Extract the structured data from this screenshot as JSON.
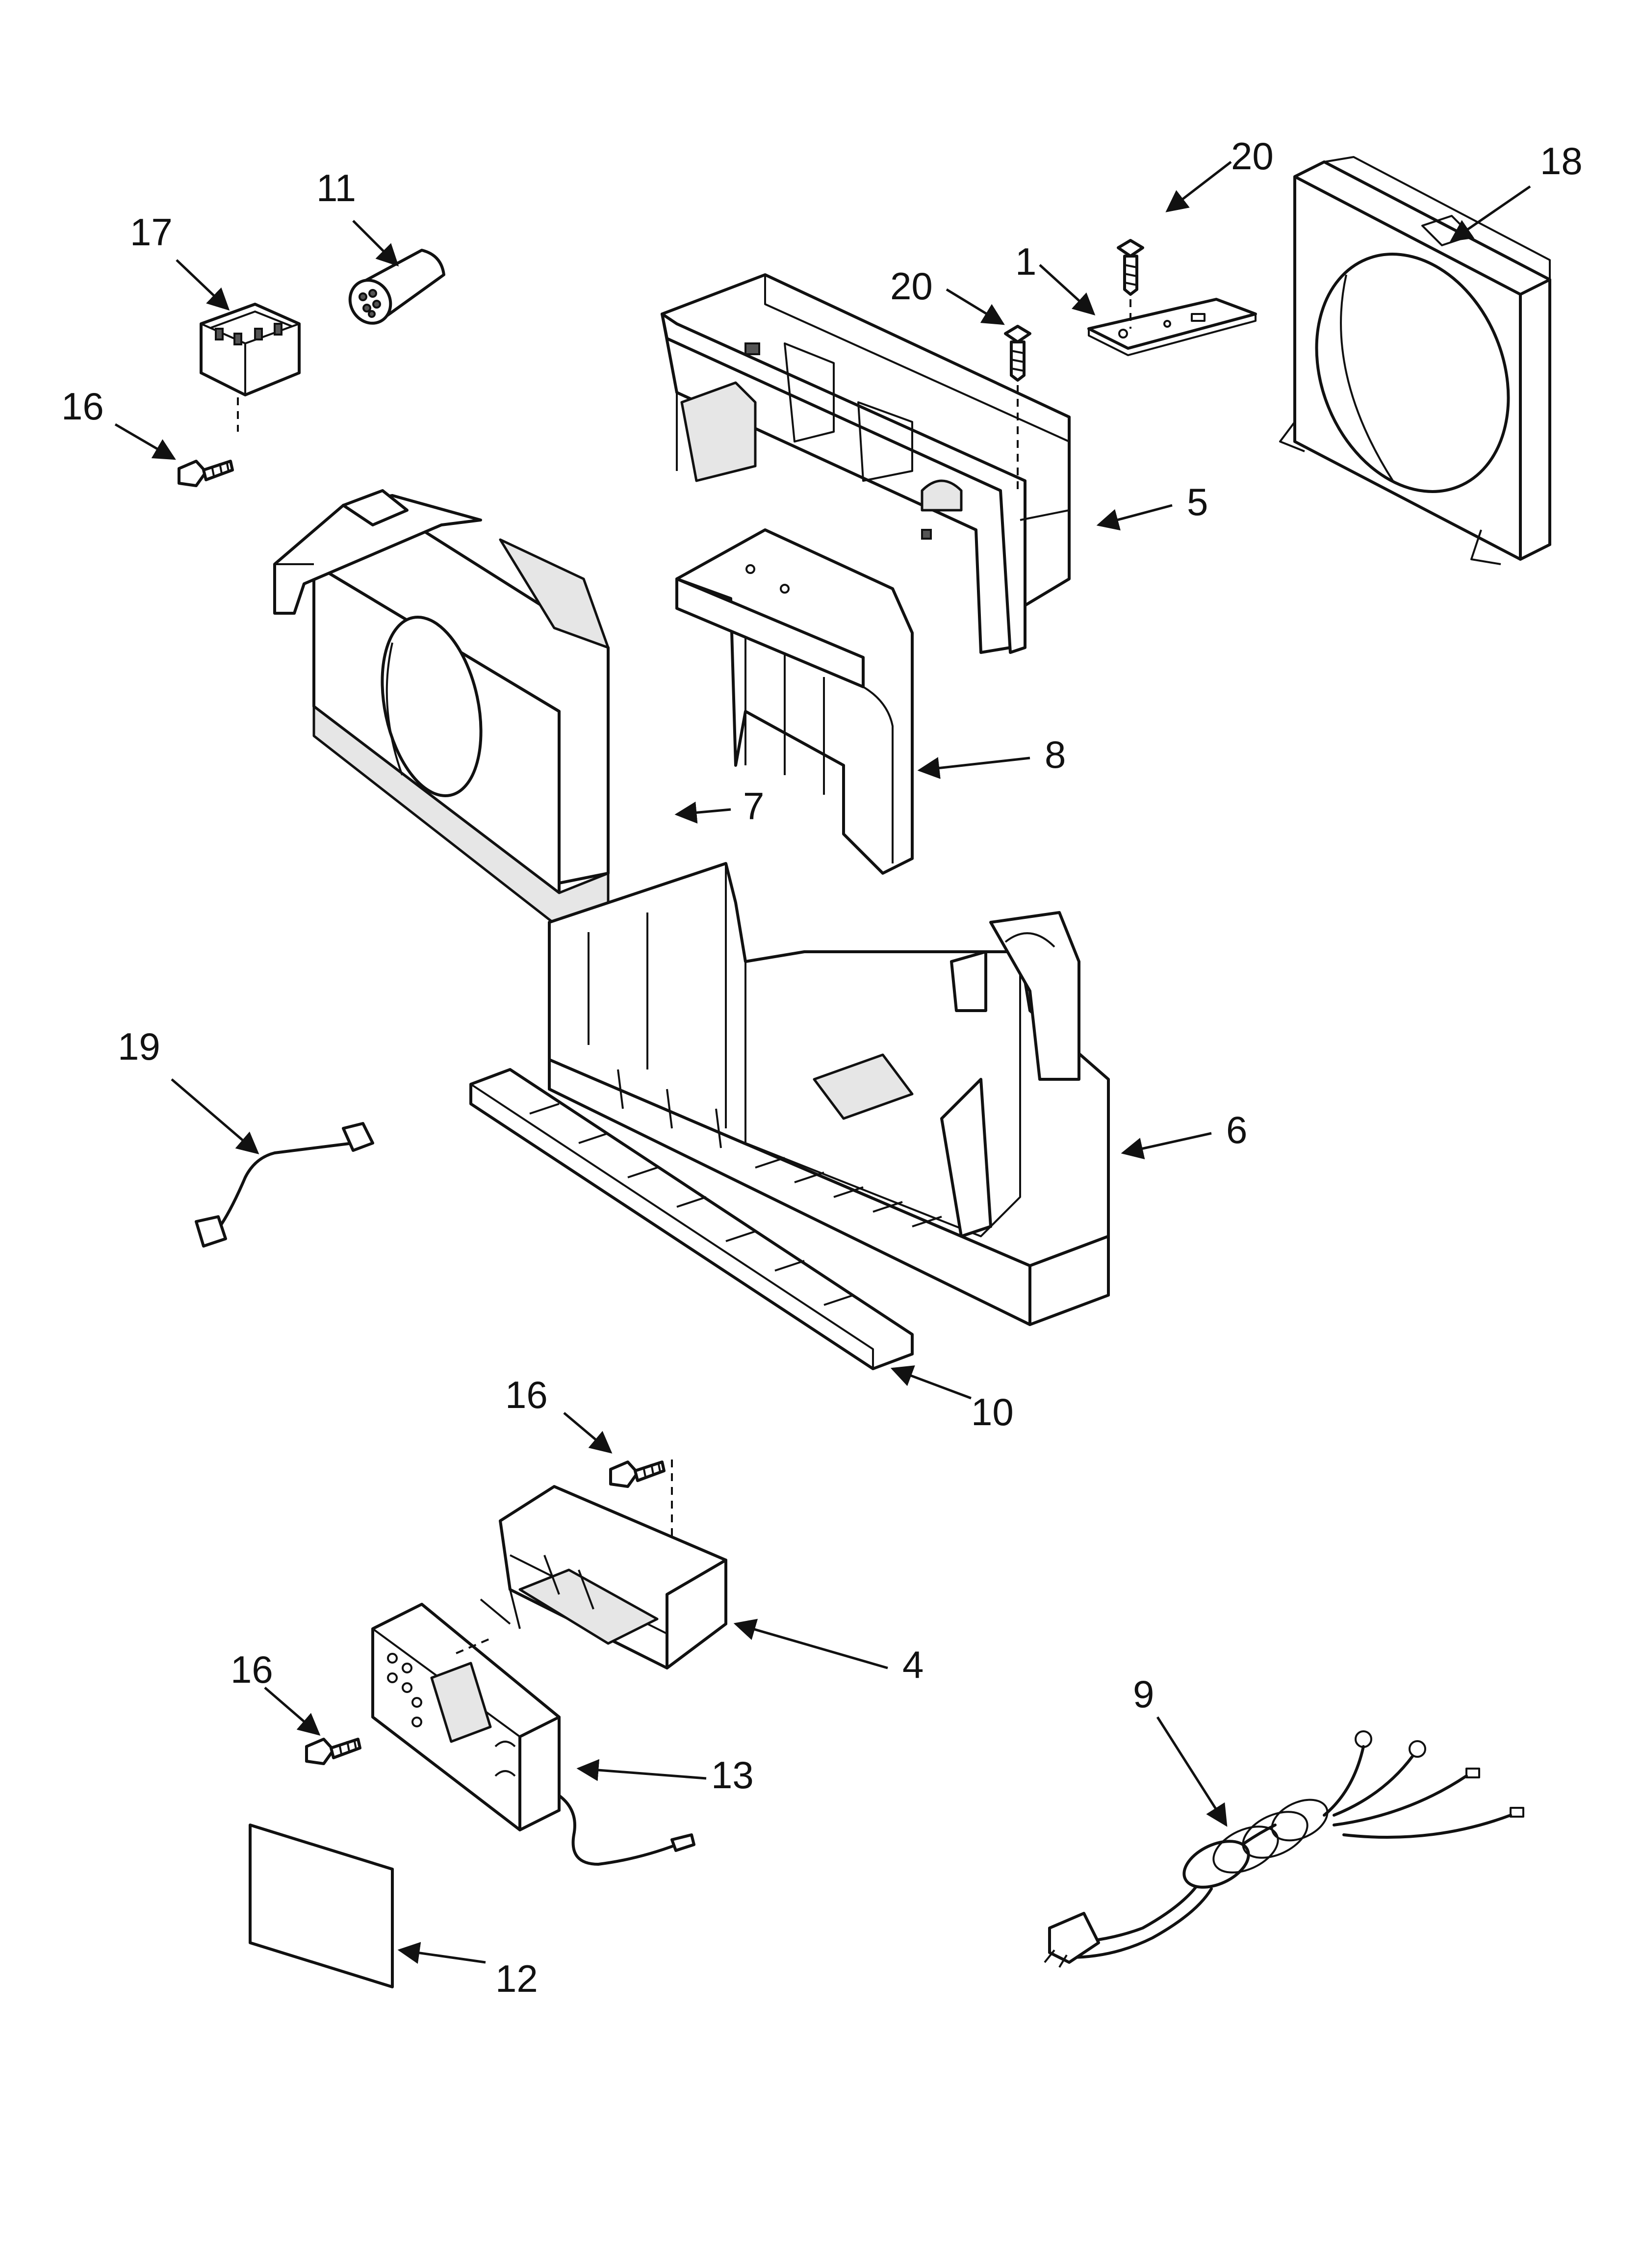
{
  "callouts": [
    {
      "id": "1",
      "text": "1"
    },
    {
      "id": "4",
      "text": "4"
    },
    {
      "id": "5",
      "text": "5"
    },
    {
      "id": "6",
      "text": "6"
    },
    {
      "id": "7",
      "text": "7"
    },
    {
      "id": "8",
      "text": "8"
    },
    {
      "id": "9",
      "text": "9"
    },
    {
      "id": "10",
      "text": "10"
    },
    {
      "id": "11",
      "text": "11"
    },
    {
      "id": "12",
      "text": "12"
    },
    {
      "id": "13",
      "text": "13"
    },
    {
      "id": "16a",
      "text": "16"
    },
    {
      "id": "16b",
      "text": "16"
    },
    {
      "id": "16c",
      "text": "16"
    },
    {
      "id": "17",
      "text": "17"
    },
    {
      "id": "18",
      "text": "18"
    },
    {
      "id": "19",
      "text": "19"
    },
    {
      "id": "20a",
      "text": "20"
    },
    {
      "id": "20b",
      "text": "20"
    }
  ]
}
